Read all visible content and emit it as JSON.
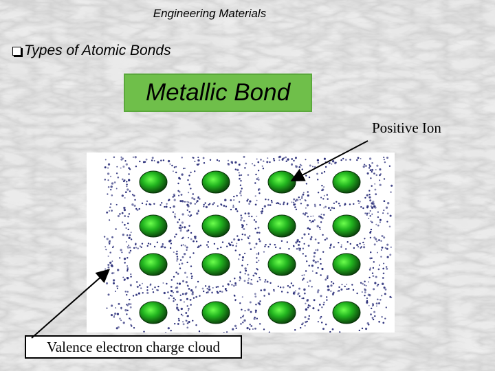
{
  "slide": {
    "header": "Engineering Materials",
    "bullet": "Types of Atomic Bonds",
    "title": "Metallic Bond",
    "labels": {
      "positive_ion": "Positive Ion",
      "valence_cloud": "Valence electron charge cloud"
    }
  },
  "colors": {
    "title_box": "#6fbf4a",
    "ion": "#1fa81f",
    "electron": "#2b2f7a"
  },
  "icons": [
    "bullet-square-icon"
  ]
}
